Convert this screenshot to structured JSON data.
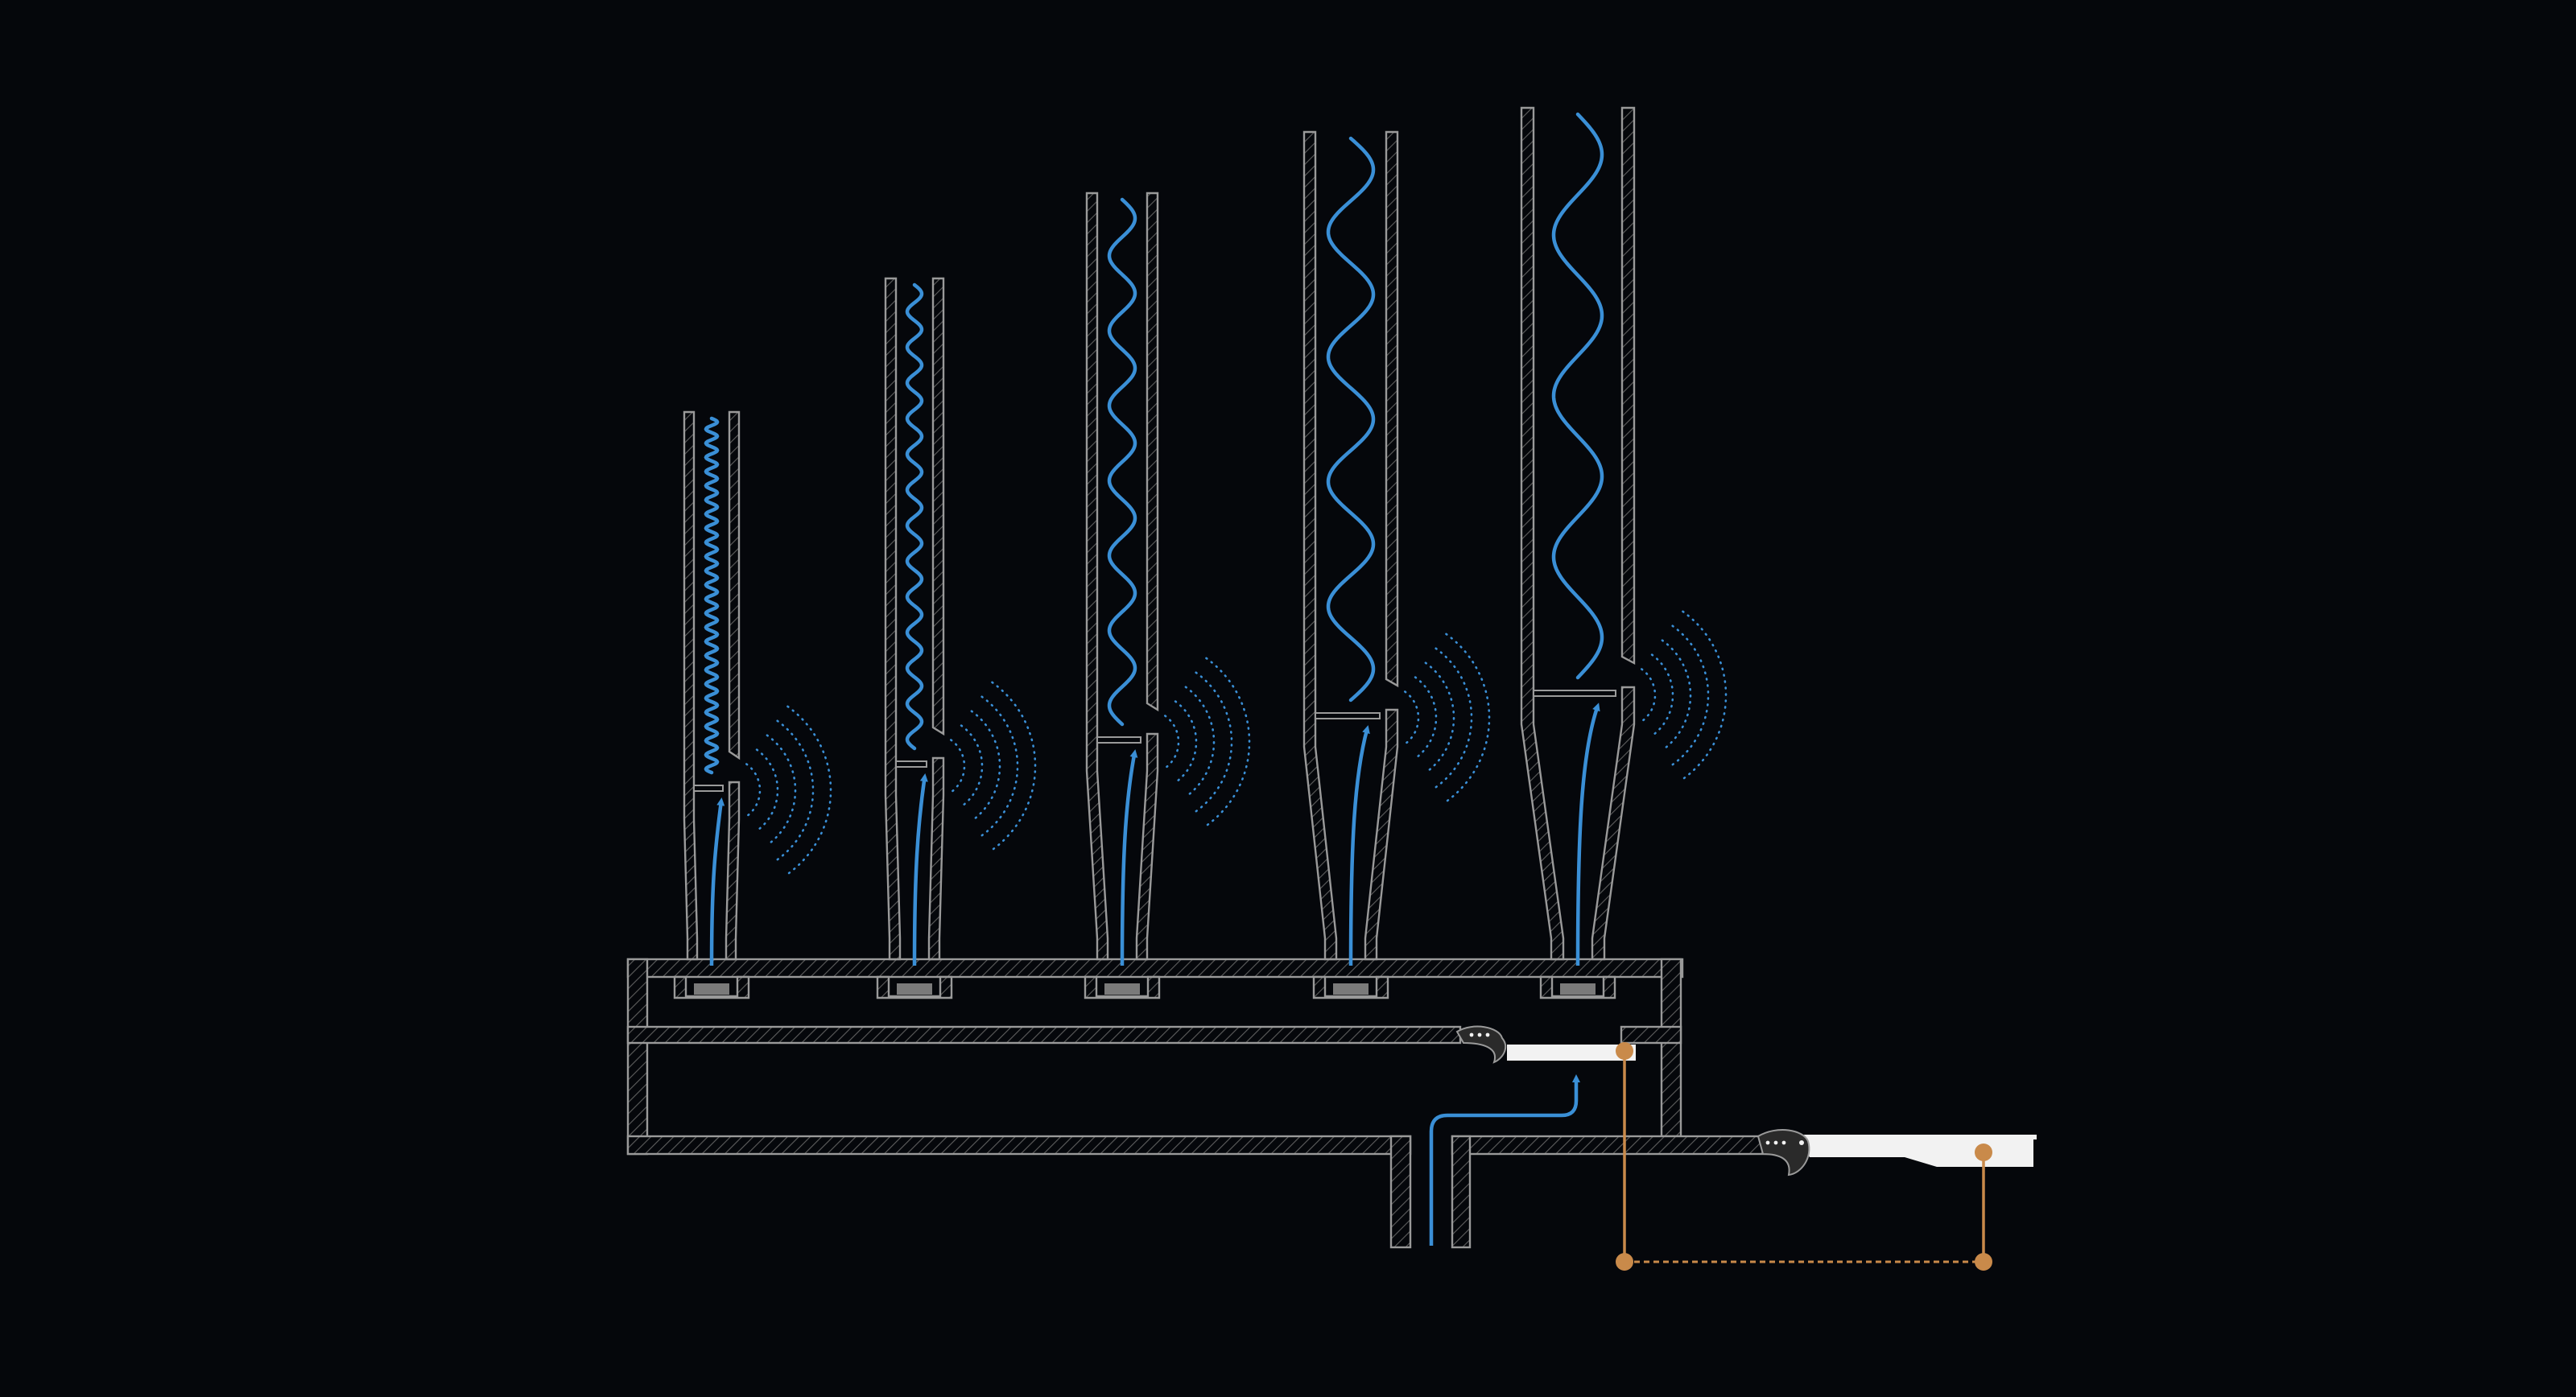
{
  "diagram": {
    "background": "#05070b",
    "colors": {
      "wall": "#9a9a9a",
      "hatch": "#5e5e5e",
      "air": "#3a8fd6",
      "sound": "#3a8fd6",
      "linkage": "#c98a4a",
      "valve": "#f2f2f2",
      "foot": "#7a7a7a"
    },
    "pipes": [
      {
        "id": "pipe-1",
        "size": "smallest",
        "wave_cycles": 25
      },
      {
        "id": "pipe-2",
        "size": "small",
        "wave_cycles": 13
      },
      {
        "id": "pipe-3",
        "size": "medium",
        "wave_cycles": 7
      },
      {
        "id": "pipe-4",
        "size": "large",
        "wave_cycles": 4.5
      },
      {
        "id": "pipe-5",
        "size": "largest",
        "wave_cycles": 3.5
      }
    ],
    "parts": [
      "wind-chest",
      "air-inlet",
      "pallet-valve",
      "key-lever",
      "tracker-linkage",
      "sound-waves"
    ]
  }
}
